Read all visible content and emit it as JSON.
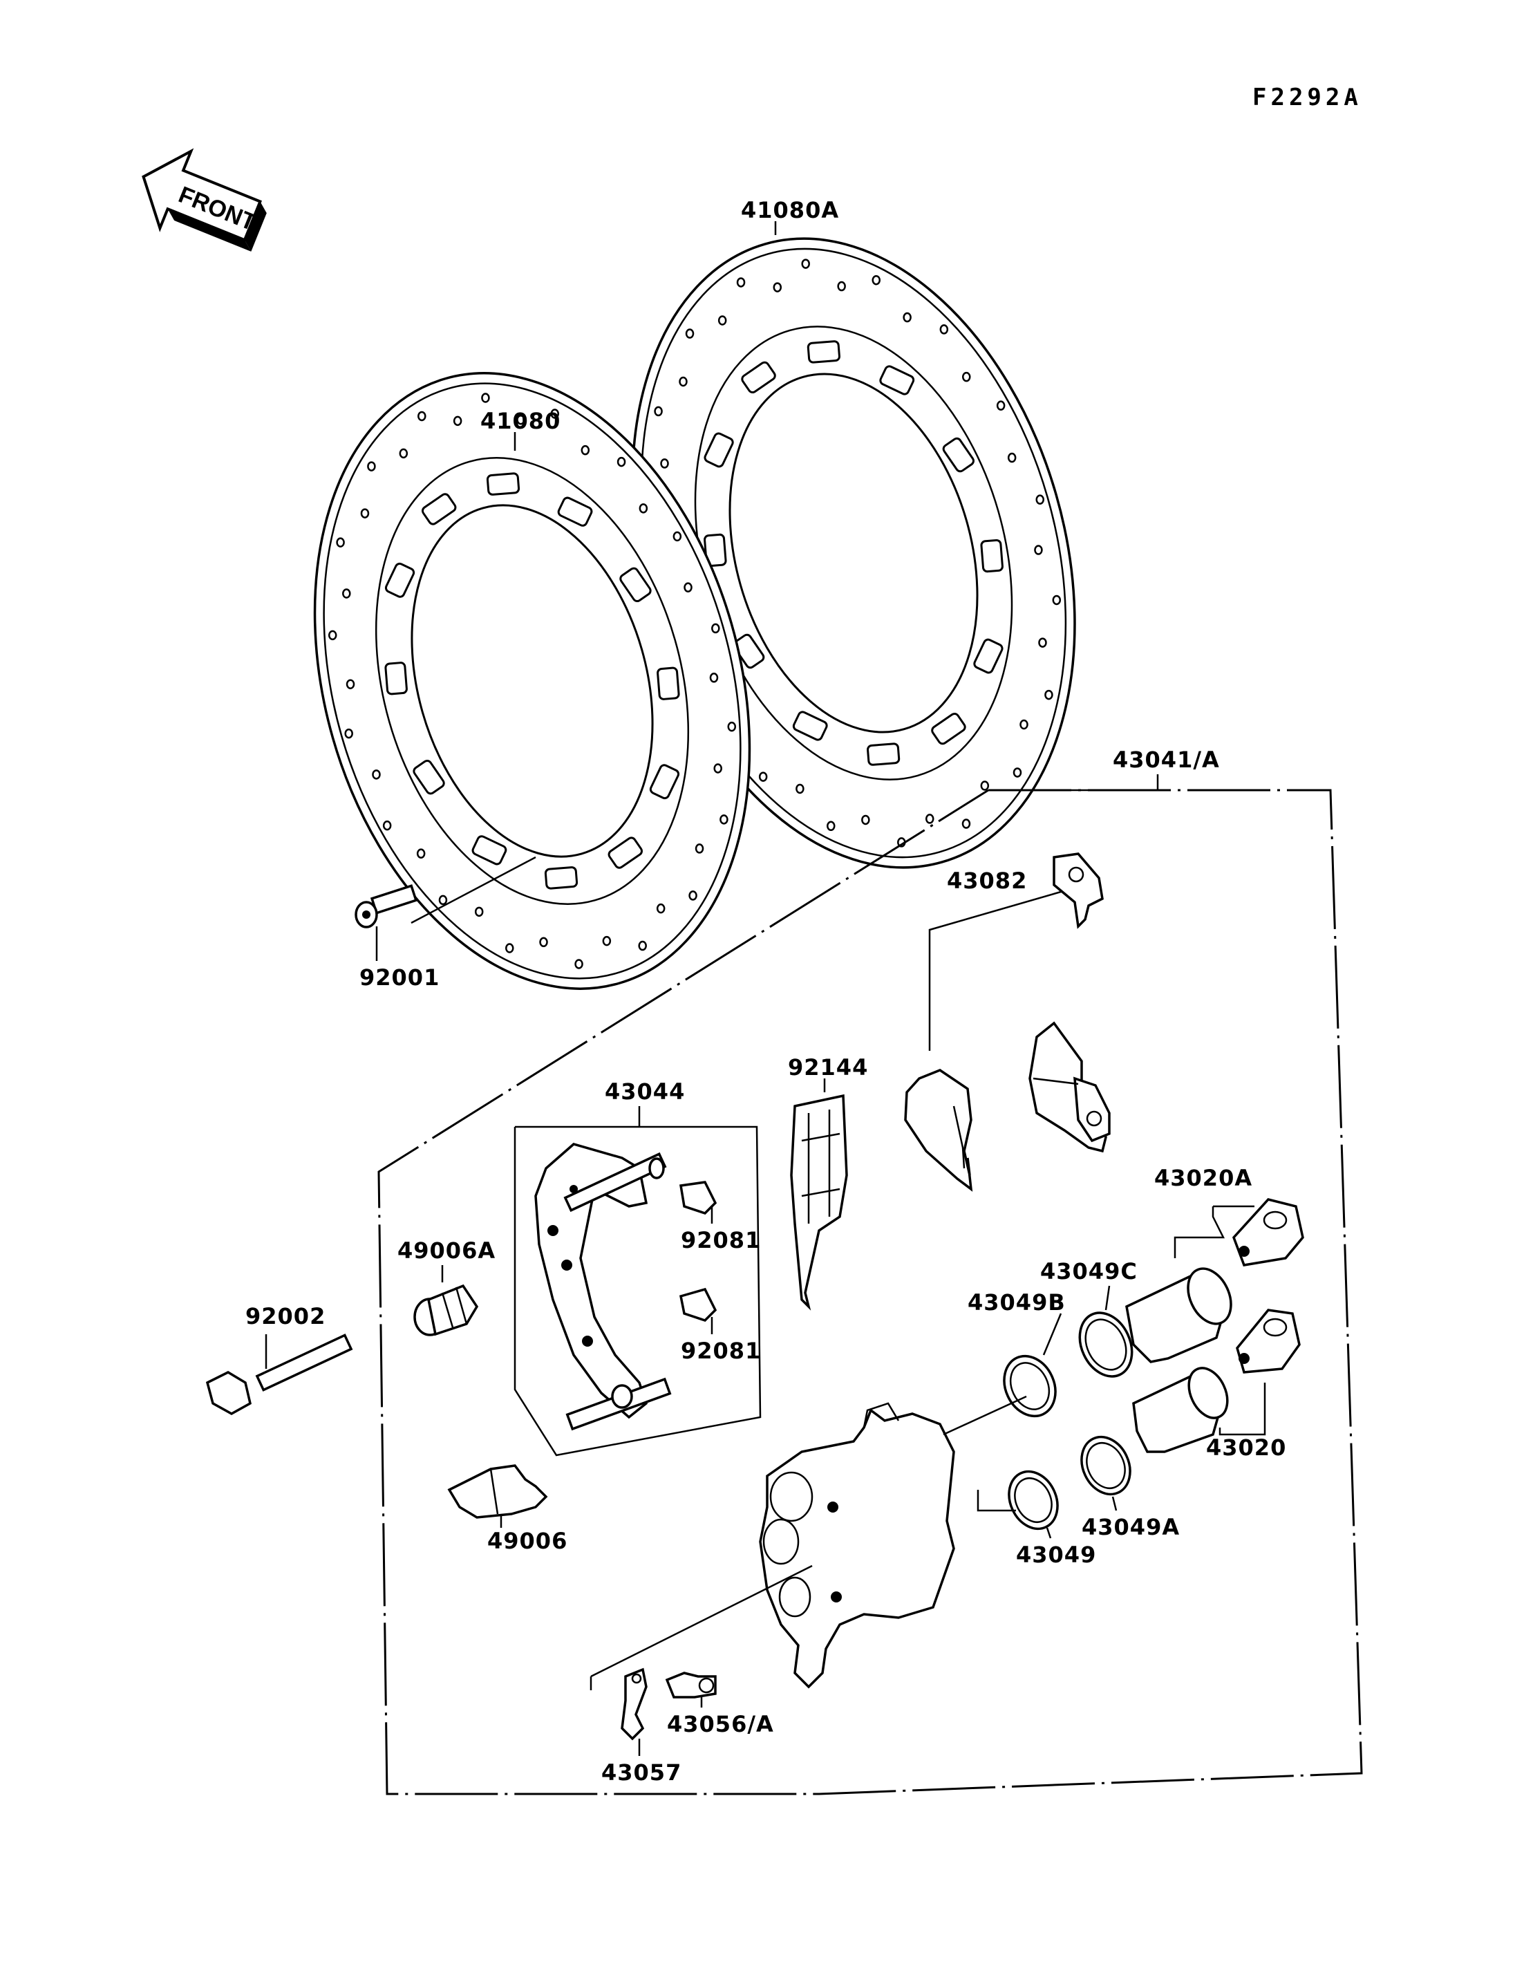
{
  "diagram_code": "F2292A",
  "front_label": "FRONT",
  "parts": {
    "disc_right": "41080A",
    "disc_left": "41080",
    "disc_bolt": "92001",
    "caliper_assy": "43041/A",
    "pad_set": "43082",
    "pad_spring": "92144",
    "bracket": "43044",
    "clip_upper": "92081",
    "clip_lower": "92081",
    "boot": "49006A",
    "mount_bolt": "92002",
    "pin": "49006",
    "piston_large": "43020A",
    "seal_c": "43049C",
    "seal_b": "43049B",
    "piston_small": "43020",
    "seal_a": "43049A",
    "seal": "43049",
    "bleeder": "43056/A",
    "bleeder_cap": "43057"
  },
  "disc_right_spec": {
    "hole_color": "#000000"
  }
}
